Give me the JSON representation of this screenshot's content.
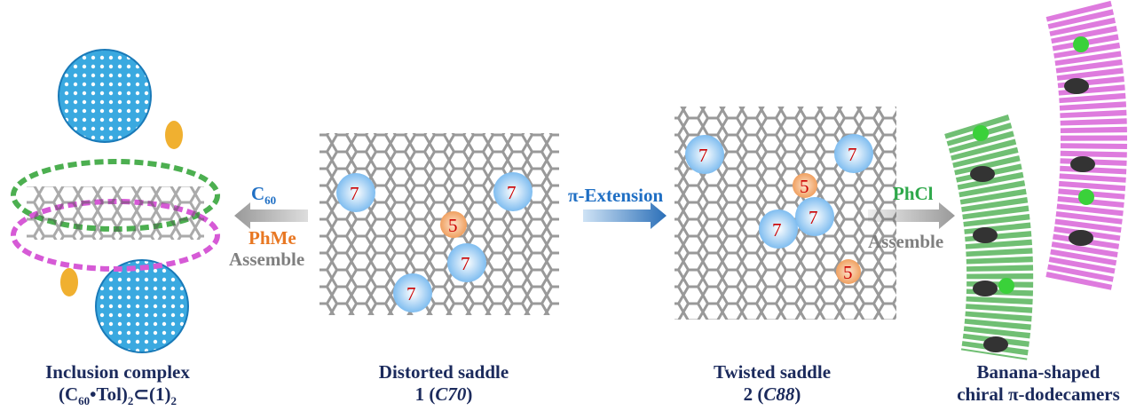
{
  "captions": {
    "complex": {
      "line1": "Inclusion complex",
      "line2_pre": "(C",
      "line2_sub1": "60",
      "line2_mid": "•Tol)",
      "line2_sub2": "2",
      "line2_op": "⊂(1)",
      "line2_sub3": "2"
    },
    "saddle1": {
      "line1": "Distorted saddle",
      "line2_num": "1 (",
      "line2_it": "C70",
      "line2_end": ")"
    },
    "saddle2": {
      "line1": "Twisted saddle",
      "line2_num": "2 (",
      "line2_it": "C88",
      "line2_end": ")"
    },
    "dodecamer": {
      "line1": "Banana-shaped",
      "line2": "chiral π-dodecamers"
    }
  },
  "arrows": {
    "left": {
      "top_pre": "C",
      "top_sub": "60",
      "mid": "PhMe",
      "bottom": "Assemble"
    },
    "middle": {
      "label": "π-Extension"
    },
    "right": {
      "top": "PhCl",
      "bottom": "Assemble"
    }
  },
  "ring_labels": {
    "seven": "7",
    "five": "5"
  },
  "colors": {
    "caption": "#1b2a5c",
    "c60": "#1f6fc4",
    "phme": "#e87722",
    "assemble": "#7f7f7f",
    "extension": "#1f6fc4",
    "phcl": "#2ea84a",
    "ring7": "#9fd0f5",
    "ring5": "#f6b98a",
    "fullerene": "#3aa9e0",
    "green_mol": "#4caf50",
    "pink_mol": "#d65ad6"
  }
}
